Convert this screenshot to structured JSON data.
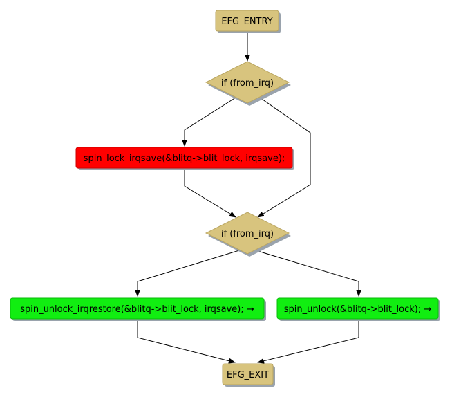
{
  "colors": {
    "terminal": "#d8c47e",
    "decision": "#d8c47e",
    "lock_stmt": "#ff0000",
    "unlock_stmt": "#11ee11",
    "shadow": "#9aa3ad",
    "edge": "#000000"
  },
  "nodes": {
    "entry": {
      "label": "EFG_ENTRY"
    },
    "decision1": {
      "label": "if (from_irq)"
    },
    "lock": {
      "label": "spin_lock_irqsave(&blitq->blit_lock, irqsave);"
    },
    "decision2": {
      "label": "if (from_irq)"
    },
    "unlock_irqrestore": {
      "label": "spin_unlock_irqrestore(&blitq->blit_lock, irqsave); →"
    },
    "unlock": {
      "label": "spin_unlock(&blitq->blit_lock); →"
    },
    "exit": {
      "label": "EFG_EXIT"
    }
  }
}
